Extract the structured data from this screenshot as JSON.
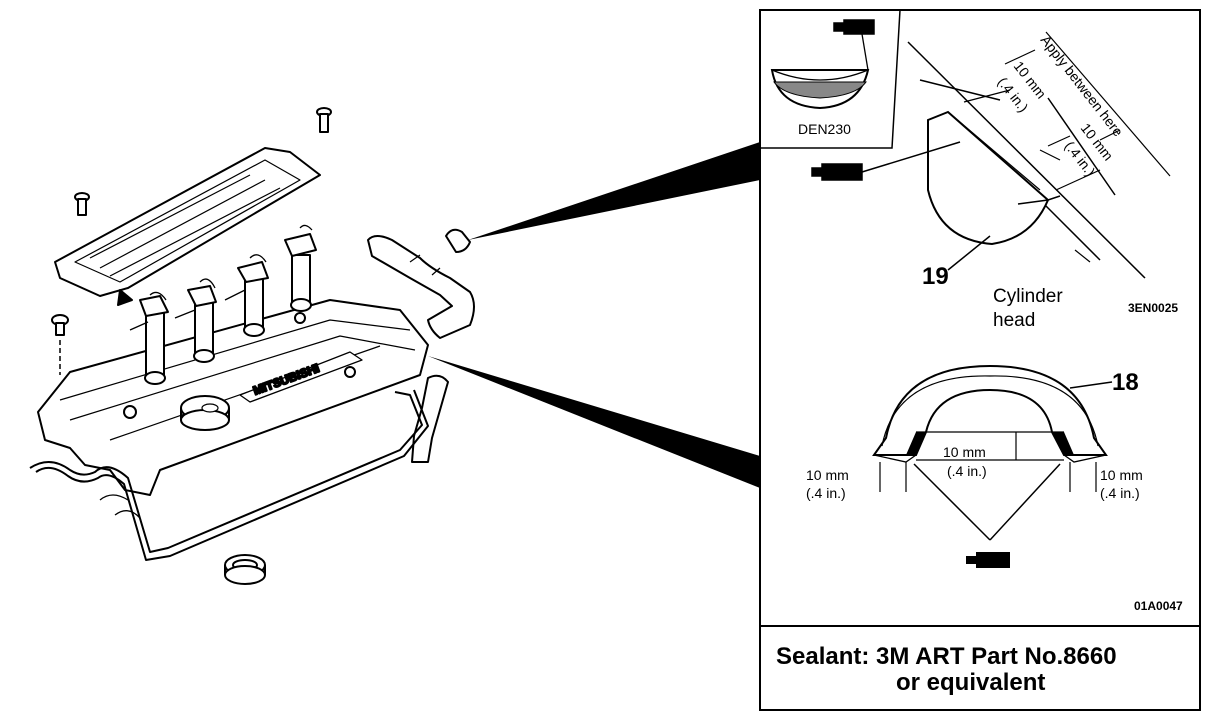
{
  "inset_top": {
    "sub_inset_code": "DEN230",
    "instruction": "Apply between here",
    "dim_upper_mm": "10 mm",
    "dim_upper_in": "(.4 in.)",
    "dim_lower_mm": "10 mm",
    "dim_lower_in": "(.4 in.)",
    "part_number": "19",
    "cylinder_label_line1": "Cylinder",
    "cylinder_label_line2": "head",
    "figure_code": "3EN0025"
  },
  "inset_bottom": {
    "part_number": "18",
    "center_dim_mm": "10 mm",
    "center_dim_in": "(.4 in.)",
    "left_dim_mm": "10 mm",
    "left_dim_in": "(.4 in.)",
    "right_dim_mm": "10 mm",
    "right_dim_in": "(.4 in.)",
    "figure_code": "01A0047"
  },
  "sealant": {
    "line1": "Sealant:  3M  ART  Part  No.8660",
    "line2": "or  equivalent"
  },
  "icons": [
    "sealant-tube-icon",
    "valve-cover-assembly",
    "semicircular-plug-icon"
  ]
}
